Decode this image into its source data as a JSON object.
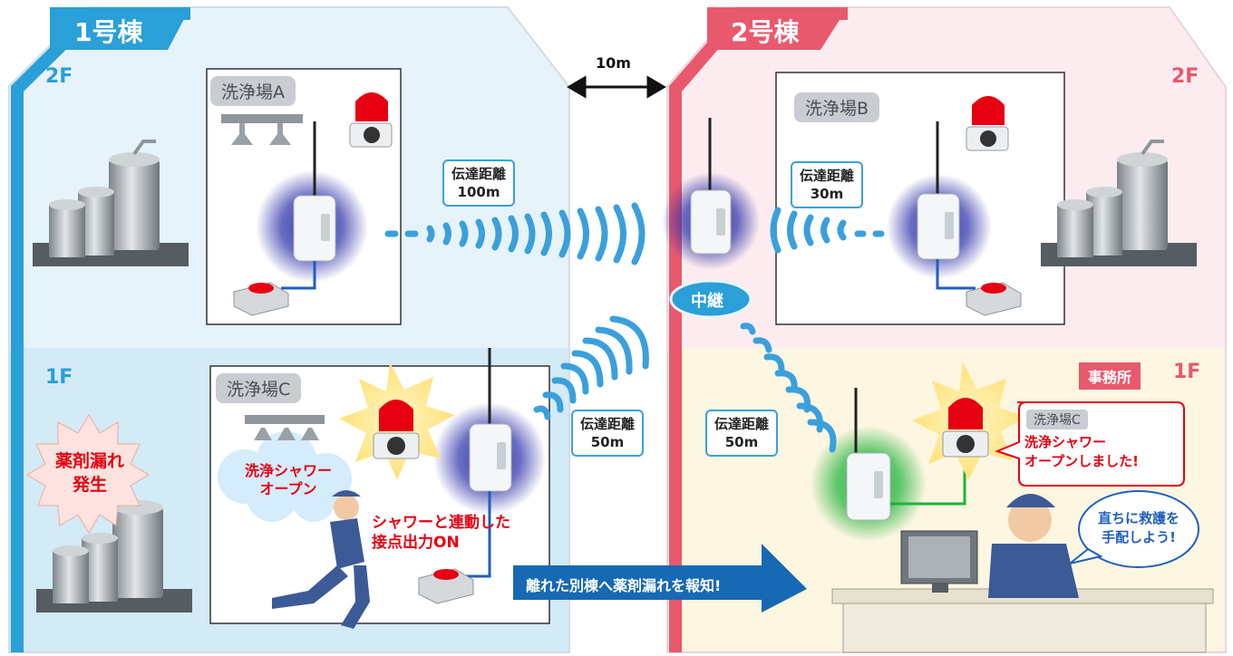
{
  "buildings": {
    "b1": {
      "name": "1号棟",
      "floor2": "2F",
      "floor1": "1F",
      "color": "#2a9fd8"
    },
    "b2": {
      "name": "2号棟",
      "floor2": "2F",
      "floor1": "1F",
      "color": "#e8596d"
    }
  },
  "gap_label": "10m",
  "rooms": {
    "a": "洗浄場A",
    "b": "洗浄場B",
    "c": "洗浄場C"
  },
  "callouts": {
    "d100": [
      "伝達距離",
      "100m"
    ],
    "d30": [
      "伝達距離",
      "30m"
    ],
    "d50a": [
      "伝達距離",
      "50m"
    ],
    "d50b": [
      "伝達距離",
      "50m"
    ]
  },
  "relay_label": "中継",
  "leak": [
    "薬剤漏れ",
    "発生"
  ],
  "shower": [
    "洗浄シャワー",
    "オープン"
  ],
  "contact": [
    "シャワーと連動した",
    "接点出力ON"
  ],
  "arrow_label": "離れた別棟へ薬剤漏れを報知!",
  "office": {
    "badge": "事務所",
    "notice_room": "洗浄場C",
    "notice_text": [
      "洗浄シャワー",
      "オープンしました!"
    ],
    "speech": [
      "直ちに救護を",
      "手配しよう!"
    ]
  },
  "colors": {
    "b1_upper": "#e6f3fb",
    "b1_lower": "#d3eaf7",
    "b2_upper": "#fcecef",
    "b2_lower": "#fdf6e1",
    "wave": "#3aa0dc",
    "alert_red": "#e60012"
  }
}
